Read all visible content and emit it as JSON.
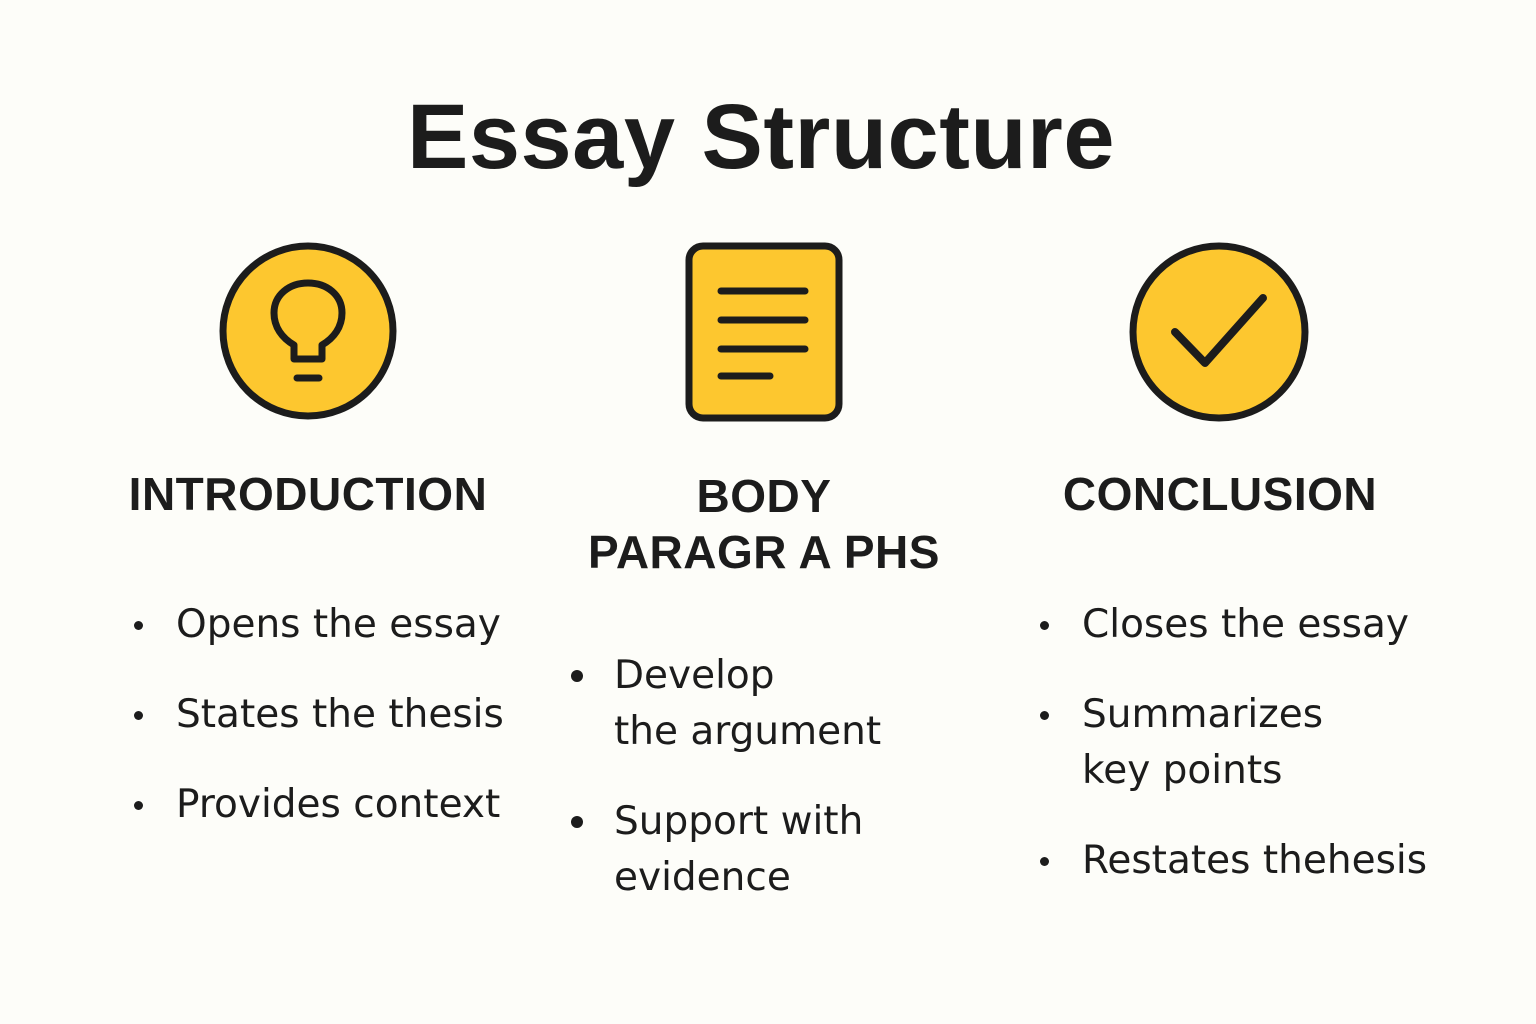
{
  "title": "Essay Structure",
  "colors": {
    "background": "#fdfdf9",
    "accent": "#fdc72f",
    "outline": "#1c1c1c",
    "text": "#1c1c1c"
  },
  "sections": [
    {
      "icon": "lightbulb-icon",
      "heading": "INTRODUCTION",
      "bullets": [
        "Opens the essay",
        "States the thesis",
        "Provides context"
      ]
    },
    {
      "icon": "document-icon",
      "heading": "BODY\nPARAGR A PHS",
      "bullets": [
        "Develop\nthe argument",
        "Support with\nevidence"
      ]
    },
    {
      "icon": "checkmark-icon",
      "heading": "CONCLUSION",
      "bullets": [
        "Closes the essay",
        "Summarizes\nkey points",
        "Restates thehesis"
      ]
    }
  ]
}
